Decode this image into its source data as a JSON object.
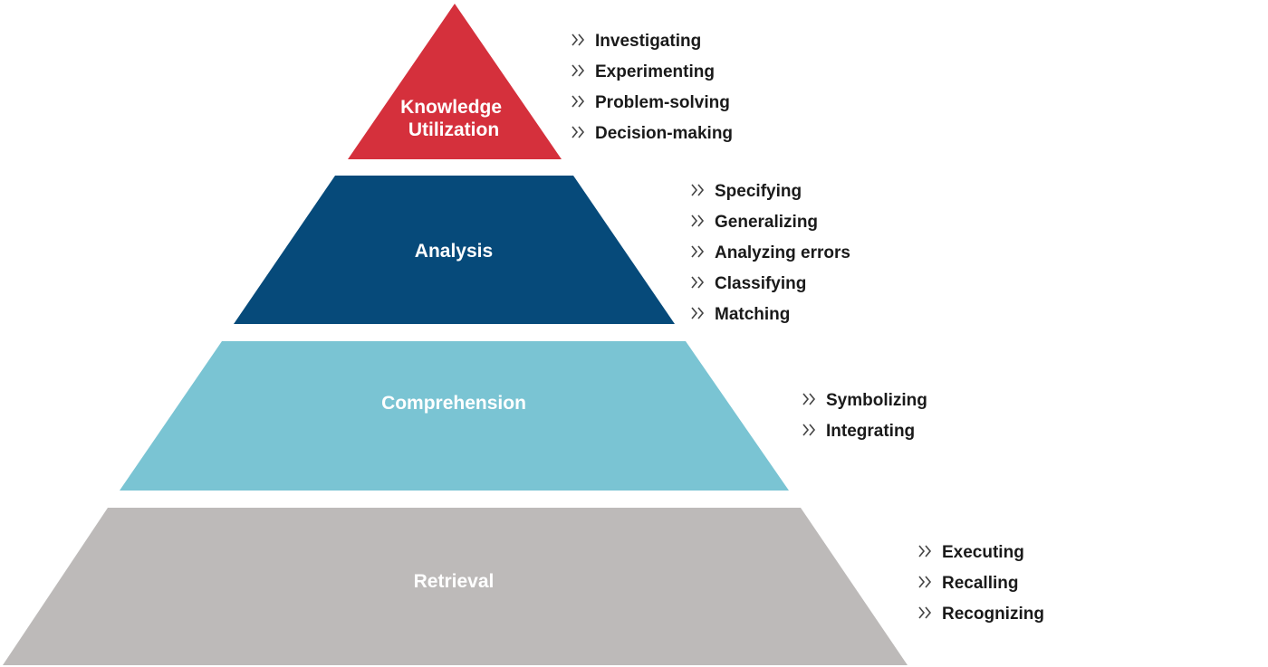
{
  "pyramid": {
    "tiers": [
      {
        "label_lines": [
          "Knowledge",
          "Utilization"
        ],
        "color": "#D5303C",
        "items": [
          "Investigating",
          "Experimenting",
          "Problem-solving",
          "Decision-making"
        ]
      },
      {
        "label_lines": [
          "Analysis"
        ],
        "color": "#064A7A",
        "items": [
          "Specifying",
          "Generalizing",
          "Analyzing errors",
          "Classifying",
          "Matching"
        ]
      },
      {
        "label_lines": [
          "Comprehension"
        ],
        "color": "#7AC4D3",
        "items": [
          "Symbolizing",
          "Integrating"
        ]
      },
      {
        "label_lines": [
          "Retrieval"
        ],
        "color": "#BDBAB9",
        "items": [
          "Executing",
          "Recalling",
          "Recognizing"
        ]
      }
    ]
  }
}
